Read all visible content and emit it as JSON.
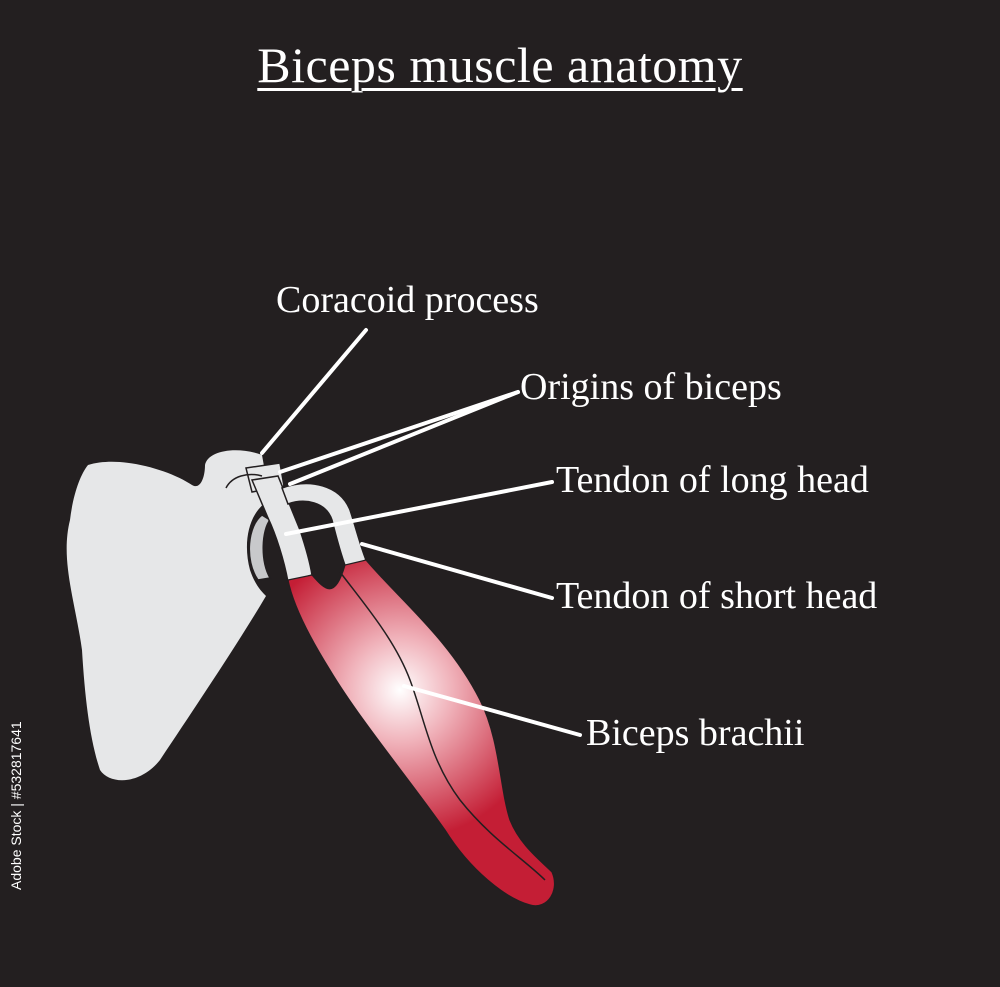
{
  "title": "Biceps muscle anatomy",
  "labels": {
    "coracoid": "Coracoid process",
    "origins": "Origins of biceps",
    "tendon_long": "Tendon of long head",
    "tendon_short": "Tendon of short head",
    "biceps_brachii": "Biceps brachii"
  },
  "watermark": "Adobe Stock | #532817641",
  "colors": {
    "background": "#231f20",
    "bone": "#e6e7e8",
    "muscle": "#c41e35",
    "highlight": "#ffffff",
    "lines": "#ffffff"
  }
}
